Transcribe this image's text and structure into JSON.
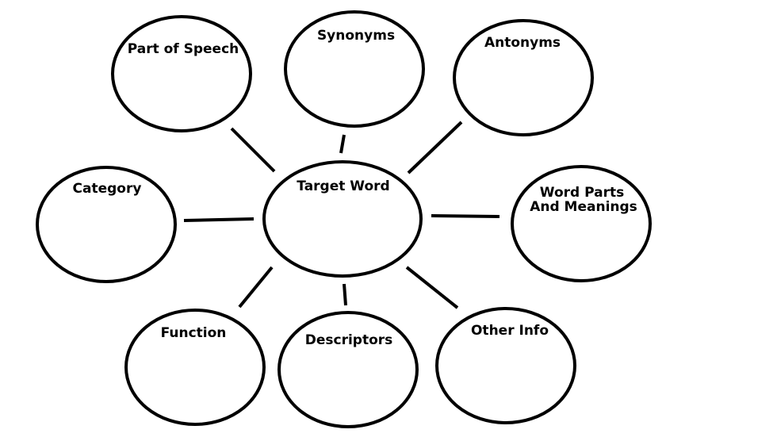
{
  "diagram": {
    "center": {
      "label": "Target Word"
    },
    "nodes": [
      {
        "id": "part-of-speech",
        "lines": [
          "Part of Speech"
        ]
      },
      {
        "id": "synonyms",
        "lines": [
          "Synonyms"
        ]
      },
      {
        "id": "antonyms",
        "lines": [
          "Antonyms"
        ]
      },
      {
        "id": "category",
        "lines": [
          "Category"
        ]
      },
      {
        "id": "word-parts",
        "lines": [
          "Word Parts",
          "And Meanings"
        ]
      },
      {
        "id": "function",
        "lines": [
          "Function"
        ]
      },
      {
        "id": "descriptors",
        "lines": [
          "Descriptors"
        ]
      },
      {
        "id": "other-info",
        "lines": [
          "Other Info"
        ]
      }
    ]
  }
}
